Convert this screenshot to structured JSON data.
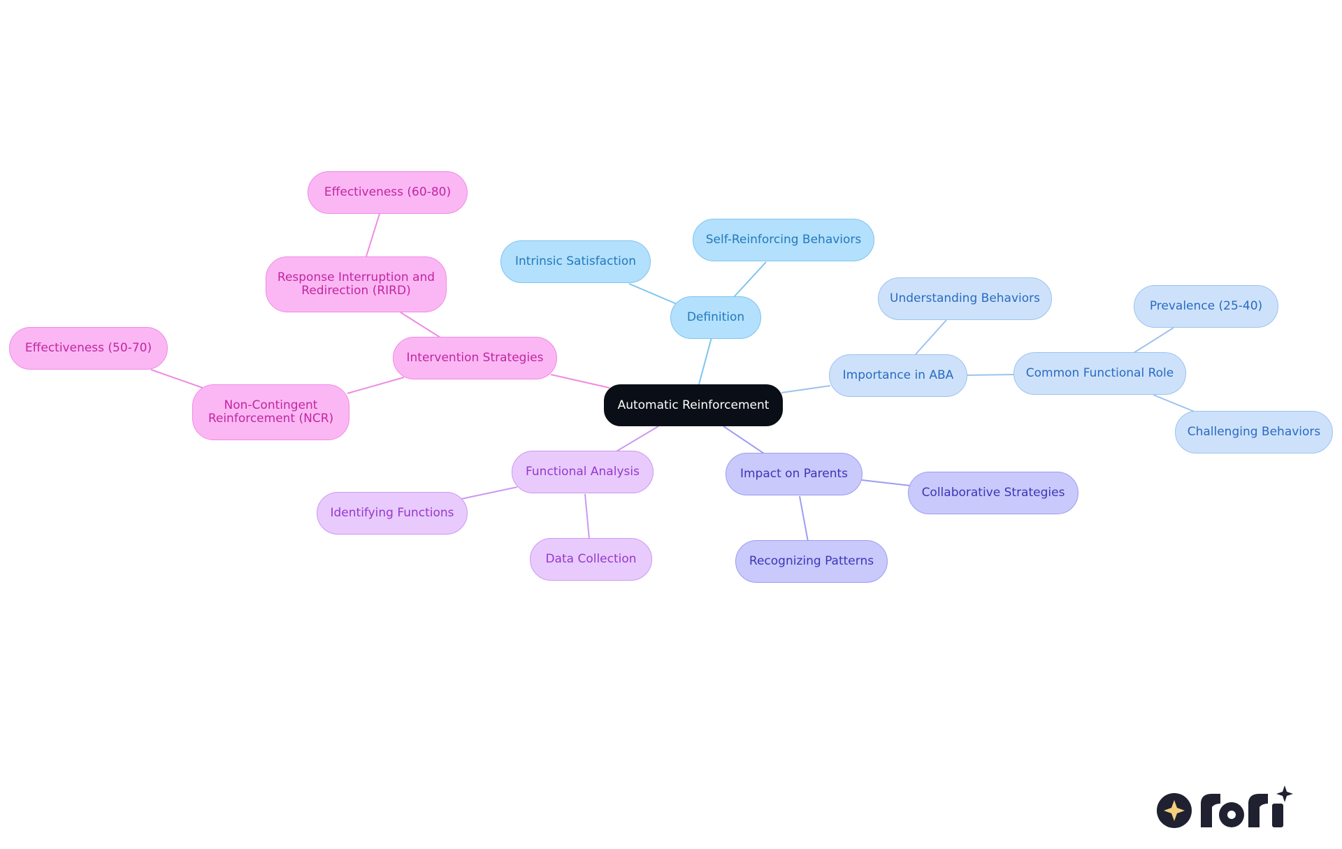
{
  "diagram": {
    "type": "mind-map",
    "root": {
      "id": "root",
      "label": "Automatic Reinforcement"
    },
    "nodes": [
      {
        "id": "definition",
        "label": "Definition",
        "parent": "root",
        "branch": "sky"
      },
      {
        "id": "intrinsic",
        "label": "Intrinsic Satisfaction",
        "parent": "definition",
        "branch": "sky"
      },
      {
        "id": "self_reinforcing",
        "label": "Self-Reinforcing Behaviors",
        "parent": "definition",
        "branch": "sky"
      },
      {
        "id": "importance",
        "label": "Importance in ABA",
        "parent": "root",
        "branch": "blue"
      },
      {
        "id": "understanding",
        "label": "Understanding Behaviors",
        "parent": "importance",
        "branch": "blue"
      },
      {
        "id": "common_role",
        "label": "Common Functional Role",
        "parent": "importance",
        "branch": "blue"
      },
      {
        "id": "prevalence",
        "label": "Prevalence (25-40)",
        "parent": "common_role",
        "branch": "blue"
      },
      {
        "id": "challenging",
        "label": "Challenging Behaviors",
        "parent": "common_role",
        "branch": "blue"
      },
      {
        "id": "impact",
        "label": "Impact on Parents",
        "parent": "root",
        "branch": "indigo"
      },
      {
        "id": "collaborative",
        "label": "Collaborative Strategies",
        "parent": "impact",
        "branch": "indigo"
      },
      {
        "id": "recognizing",
        "label": "Recognizing Patterns",
        "parent": "impact",
        "branch": "indigo"
      },
      {
        "id": "functional",
        "label": "Functional Analysis",
        "parent": "root",
        "branch": "violet"
      },
      {
        "id": "identifying",
        "label": "Identifying Functions",
        "parent": "functional",
        "branch": "violet"
      },
      {
        "id": "data_collection",
        "label": "Data Collection",
        "parent": "functional",
        "branch": "violet"
      },
      {
        "id": "intervention",
        "label": "Intervention Strategies",
        "parent": "root",
        "branch": "pink"
      },
      {
        "id": "rird",
        "label": "Response Interruption and Redirection (RIRD)",
        "parent": "intervention",
        "branch": "pink"
      },
      {
        "id": "eff_60_80",
        "label": "Effectiveness (60-80)",
        "parent": "rird",
        "branch": "pink"
      },
      {
        "id": "ncr",
        "label": "Non-Contingent Reinforcement (NCR)",
        "parent": "intervention",
        "branch": "pink"
      },
      {
        "id": "eff_50_70",
        "label": "Effectiveness (50-70)",
        "parent": "ncr",
        "branch": "pink"
      }
    ]
  },
  "colors": {
    "root_bg": "#0a0f17",
    "sky": "#b3e0fc",
    "blue": "#cde2fa",
    "indigo": "#c9c9fc",
    "violet": "#e8cbfc",
    "pink": "#fbb7f4"
  },
  "logo": {
    "name": "rori-logo",
    "wordmark": "rori"
  }
}
